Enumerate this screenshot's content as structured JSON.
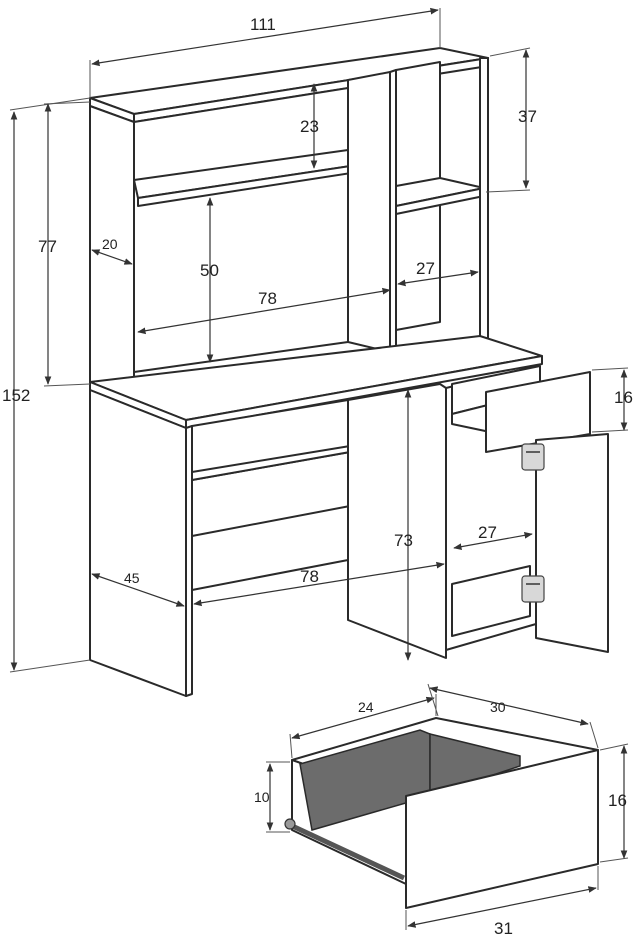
{
  "dimensions": {
    "total_width": "111",
    "total_height": "152",
    "hutch_height": "77",
    "upper_right_height": "37",
    "upper_shelf_gap": "23",
    "hutch_depth": "20",
    "hutch_opening_height": "50",
    "right_compartment_width": "27",
    "inner_width_top": "78",
    "desk_depth": "45",
    "inner_width_bottom": "78",
    "desk_height": "73",
    "cabinet_inner_width": "27",
    "drawer_front_height": "16",
    "drawer_box_width": "24",
    "drawer_box_depth": "30",
    "drawer_box_height": "10",
    "drawer_detail_front_height": "16",
    "drawer_front_width": "31"
  }
}
